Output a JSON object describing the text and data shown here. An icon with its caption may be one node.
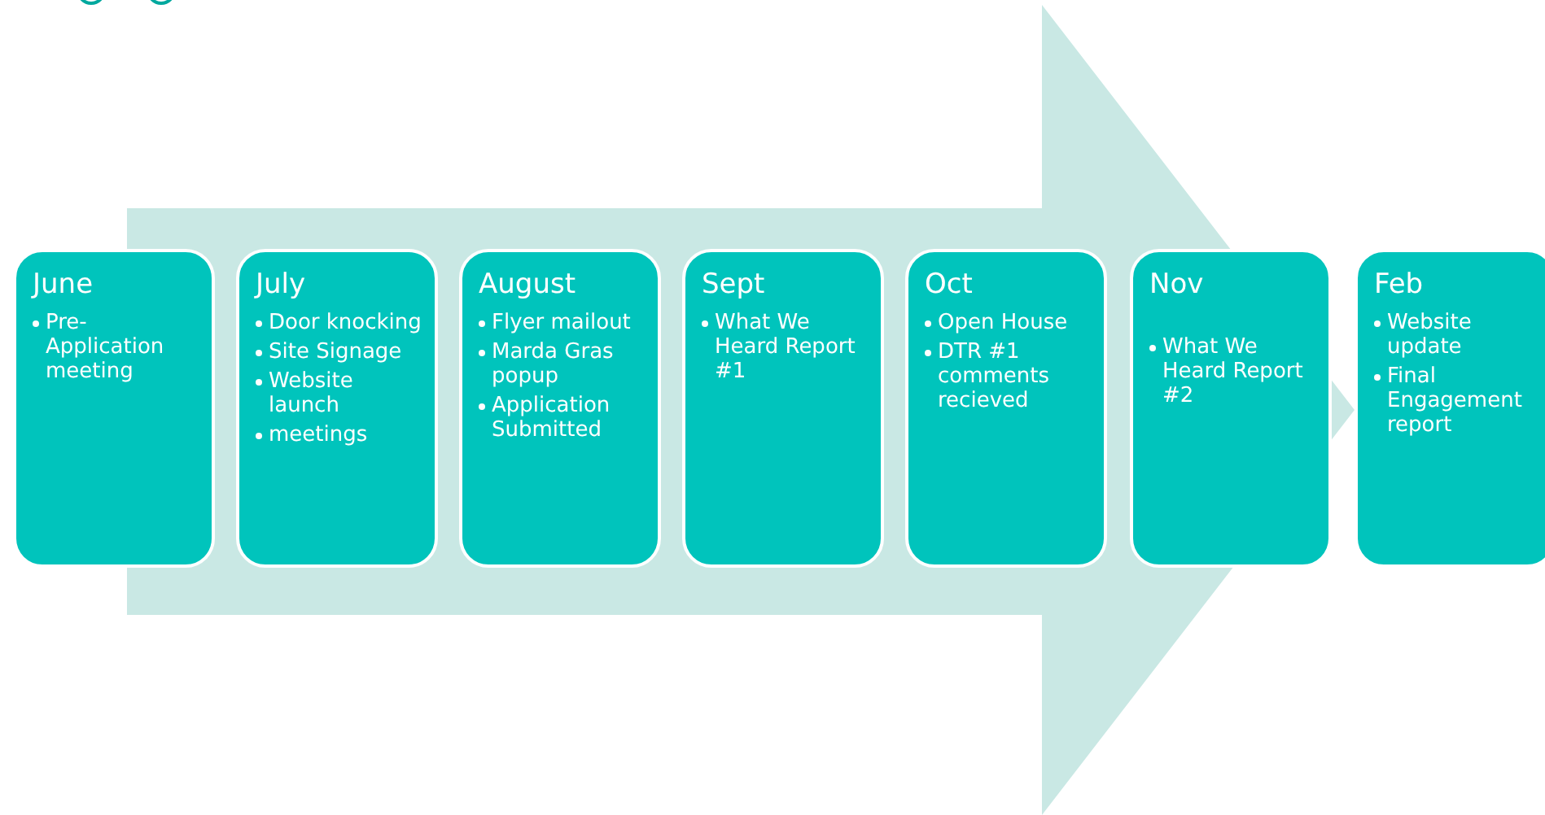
{
  "diagram": {
    "nodes": [
      {
        "text": [
          "June",
          "Pre-Application meeting"
        ]
      },
      {
        "text": [
          "July",
          "Door knocking",
          "Site Signage",
          "Website launch",
          "meetings"
        ]
      },
      {
        "text": [
          "August",
          "Flyer mailout",
          "Marda Gras popup",
          "Application Submitted"
        ]
      },
      {
        "text": [
          "Sept",
          "What We Heard Report #1"
        ]
      },
      {
        "text": [
          "Oct",
          "Open House",
          "DTR #1 comments recieved"
        ]
      },
      {
        "text": [
          "Nov",
          "What We Heard Report #2"
        ]
      },
      {
        "text": [
          "Feb",
          "Website update",
          "Final Engagement report"
        ]
      }
    ],
    "edges": [
      {
        "from": 0,
        "to": 6,
        "arrow": "to"
      }
    ]
  }
}
